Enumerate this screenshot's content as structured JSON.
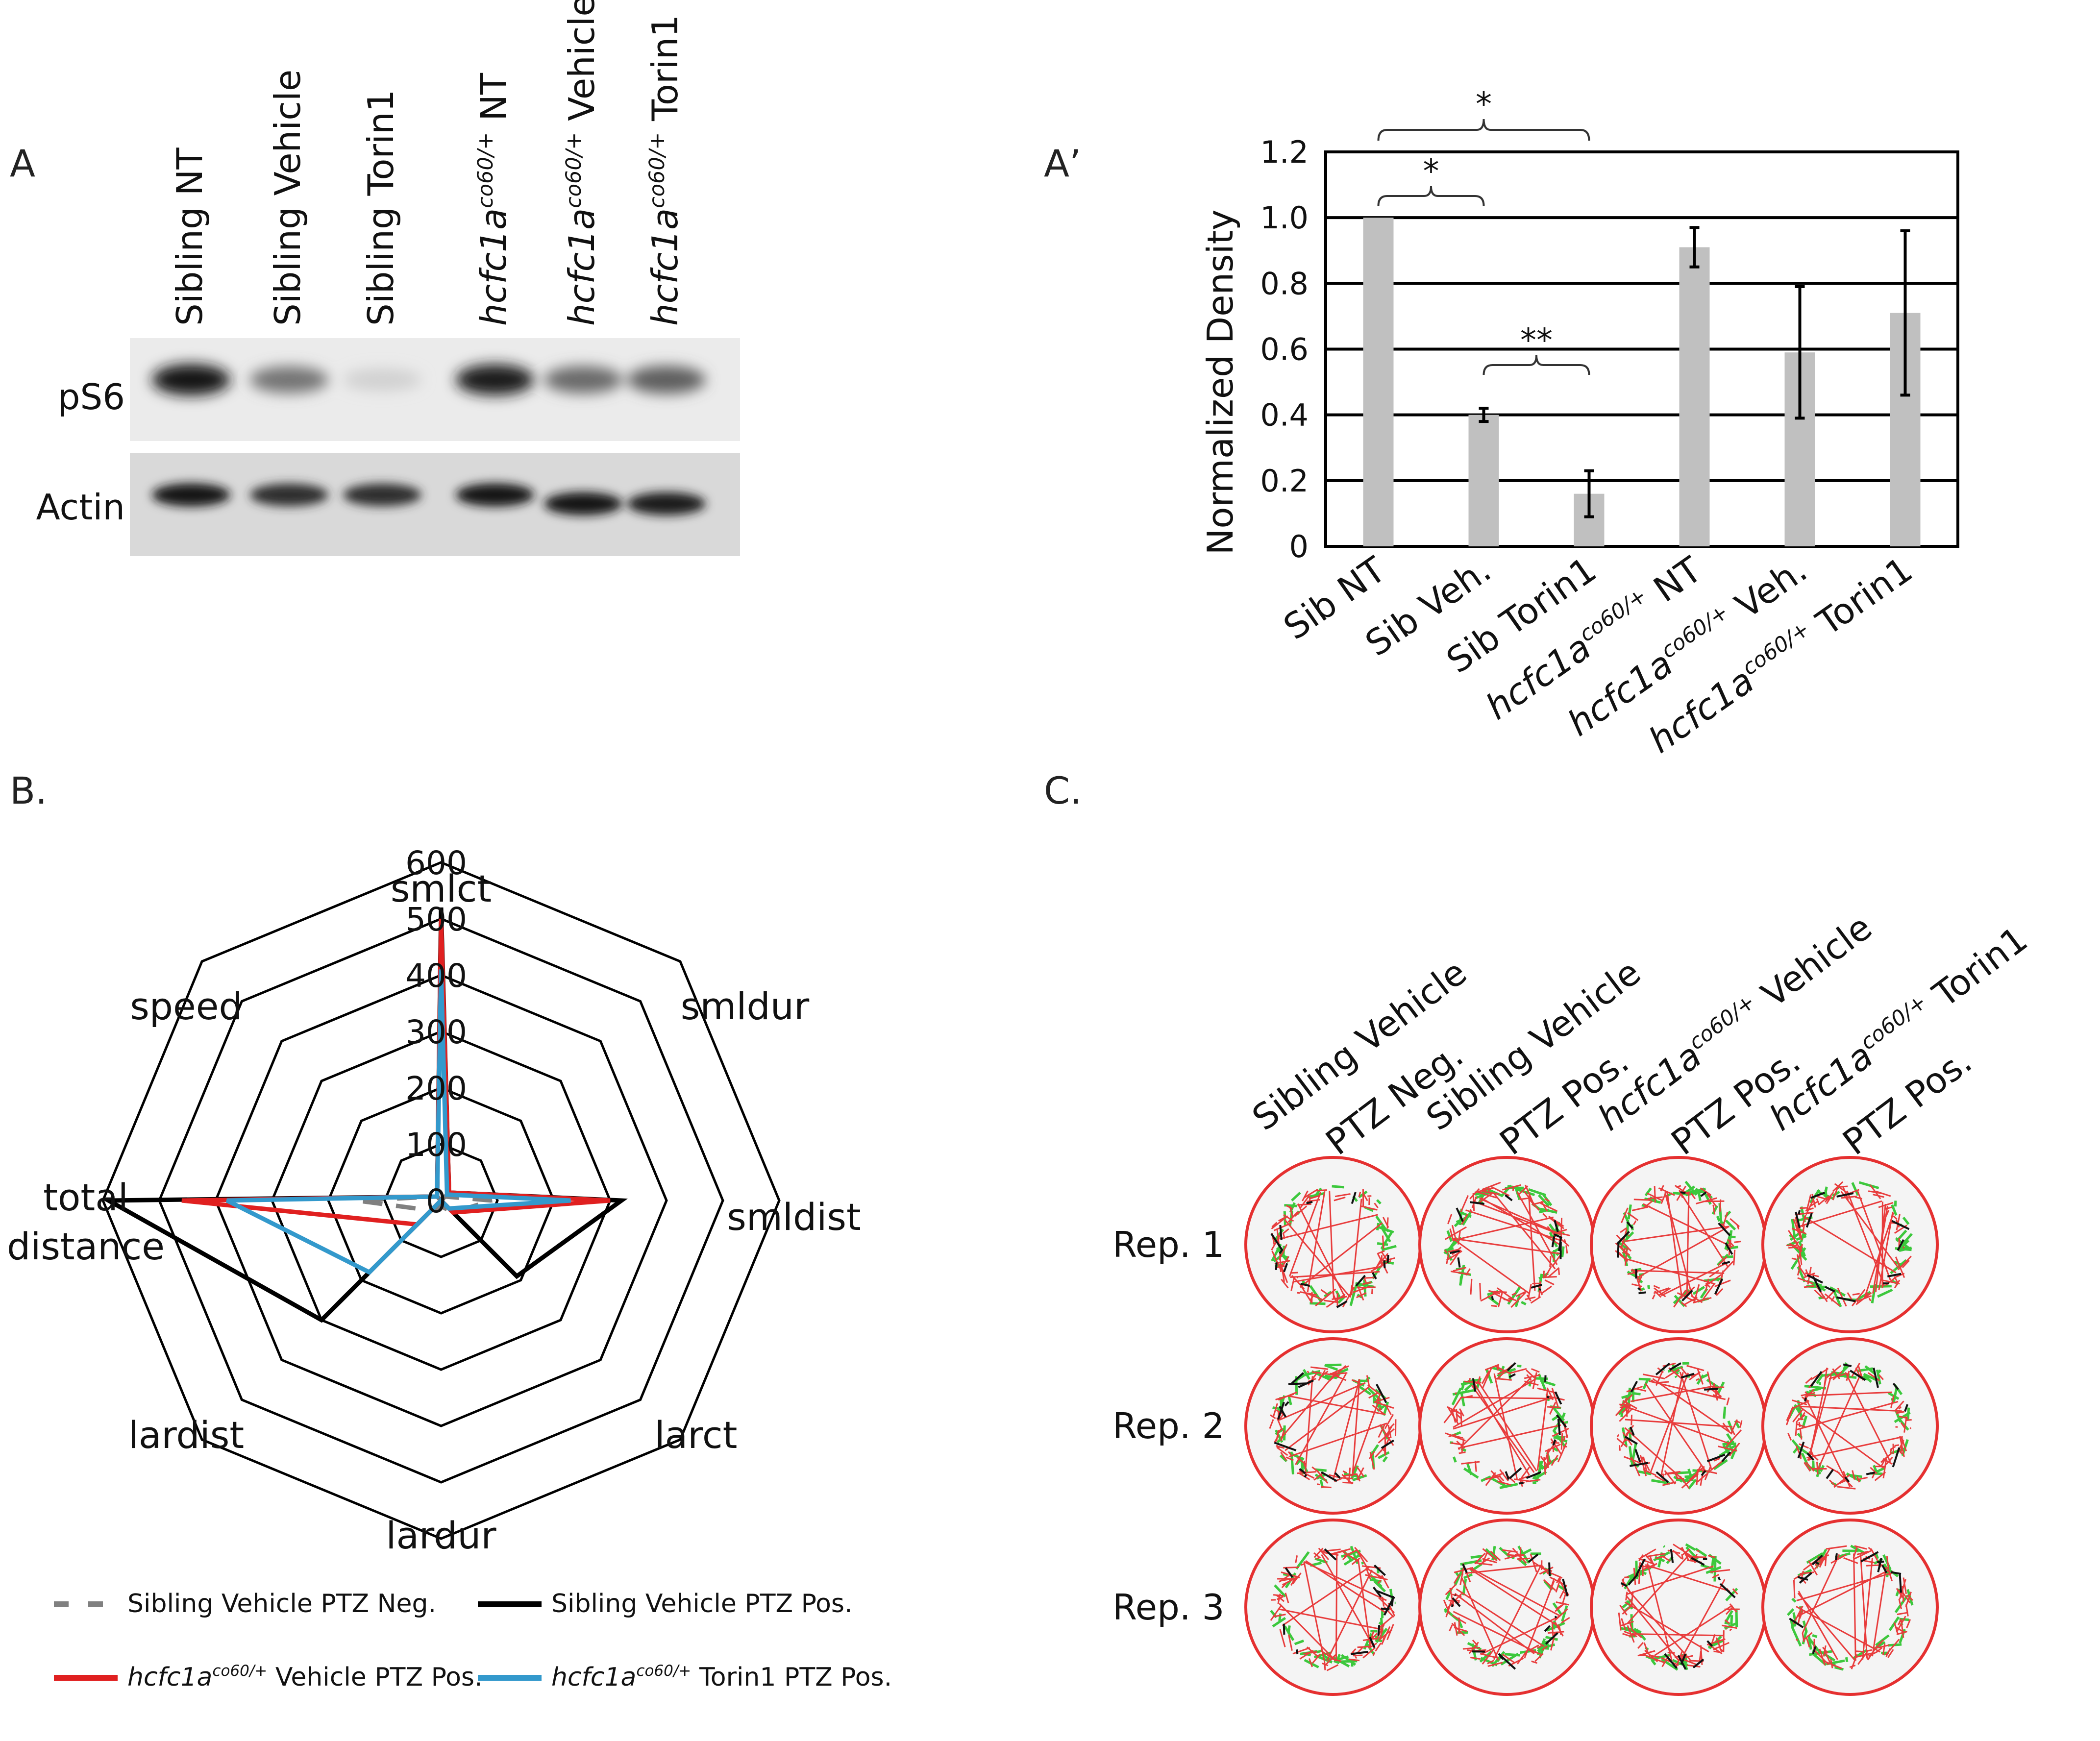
{
  "panels": {
    "A": "A",
    "Aprime": "A’",
    "B": "B.",
    "C": "C."
  },
  "blot": {
    "lanes": [
      {
        "pre": "Sibling NT",
        "gene": "",
        "sup": "",
        "post": ""
      },
      {
        "pre": "Sibling Vehicle",
        "gene": "",
        "sup": "",
        "post": ""
      },
      {
        "pre": "Sibling Torin1",
        "gene": "",
        "sup": "",
        "post": ""
      },
      {
        "pre": "",
        "gene": "hcfc1a",
        "sup": "co60/+",
        "post": " NT"
      },
      {
        "pre": "",
        "gene": "hcfc1a",
        "sup": "co60/+",
        "post": " Vehicle"
      },
      {
        "pre": "",
        "gene": "hcfc1a",
        "sup": "co60/+",
        "post": " Torin1"
      }
    ],
    "rows": [
      "pS6",
      "Actin"
    ],
    "ps6_intensity": [
      1.0,
      0.55,
      0.12,
      0.95,
      0.6,
      0.65
    ],
    "actin_intensity": [
      0.95,
      0.85,
      0.85,
      0.95,
      0.95,
      0.92
    ]
  },
  "chart_data": [
    {
      "type": "bar",
      "ylabel": "Normalized Density",
      "ylim": [
        0,
        1.2
      ],
      "yticks": [
        "0",
        "0.2",
        "0.4",
        "0.6",
        "0.8",
        "1.0",
        "1.2"
      ],
      "grid": true,
      "bar_color": "#c0c0c0",
      "categories": [
        {
          "pre": "Sib NT",
          "gene": "",
          "sup": "",
          "post": ""
        },
        {
          "pre": "Sib Veh.",
          "gene": "",
          "sup": "",
          "post": ""
        },
        {
          "pre": "Sib Torin1",
          "gene": "",
          "sup": "",
          "post": ""
        },
        {
          "pre": "",
          "gene": "hcfc1a",
          "sup": "co60/+",
          "post": " NT"
        },
        {
          "pre": "",
          "gene": "hcfc1a",
          "sup": "co60/+",
          "post": " Veh."
        },
        {
          "pre": "",
          "gene": "hcfc1a",
          "sup": "co60/+",
          "post": " Torin1"
        }
      ],
      "values": [
        1.0,
        0.4,
        0.16,
        0.91,
        0.59,
        0.71
      ],
      "errors": [
        0.0,
        0.02,
        0.07,
        0.06,
        0.2,
        0.25
      ],
      "significance": [
        {
          "from": 0,
          "to": 2,
          "label": "*"
        },
        {
          "from": 0,
          "to": 1,
          "label": "*"
        },
        {
          "from": 1,
          "to": 2,
          "label": "**"
        }
      ]
    },
    {
      "type": "radar",
      "axes": [
        "smlct",
        "smldur",
        "smldist",
        "larct",
        "lardur",
        "lardist",
        "total distance",
        "speed"
      ],
      "rmax": 600,
      "ticks": [
        0,
        100,
        200,
        300,
        400,
        500,
        600
      ],
      "series": [
        {
          "pre": "Sibling Vehicle PTZ Neg.",
          "gene": "",
          "sup": "",
          "post": "",
          "color": "#808080",
          "dash": true,
          "values": [
            0,
            10,
            90,
            30,
            10,
            25,
            150,
            10
          ]
        },
        {
          "pre": "Sibling Vehicle PTZ Pos.",
          "gene": "",
          "sup": "",
          "post": "",
          "color": "#000000",
          "dash": false,
          "values": [
            520,
            20,
            320,
            190,
            0,
            300,
            590,
            10
          ]
        },
        {
          "pre": "",
          "gene": "hcfc1a",
          "sup": "co60/+",
          "post": " Vehicle PTZ Pos.",
          "color": "#e02020",
          "dash": false,
          "values": [
            500,
            20,
            300,
            30,
            0,
            60,
            460,
            10
          ]
        },
        {
          "pre": "",
          "gene": "hcfc1a",
          "sup": "co60/+",
          "post": " Torin1 PTZ Pos.",
          "color": "#3399cc",
          "dash": false,
          "values": [
            410,
            15,
            230,
            20,
            0,
            180,
            380,
            10
          ]
        }
      ]
    }
  ],
  "tracking": {
    "columns": [
      {
        "pre": "Sibling Vehicle",
        "gene": "",
        "sup": "",
        "post": "",
        "line2": "PTZ Neg."
      },
      {
        "pre": "Sibling Vehicle",
        "gene": "",
        "sup": "",
        "post": "",
        "line2": "PTZ Pos."
      },
      {
        "pre": "",
        "gene": "hcfc1a",
        "sup": "co60/+",
        "post": " Vehicle",
        "line2": "PTZ Pos."
      },
      {
        "pre": "",
        "gene": "hcfc1a",
        "sup": "co60/+",
        "post": " Torin1",
        "line2": "PTZ Pos."
      }
    ],
    "reps": [
      "Rep. 1",
      "Rep. 2",
      "Rep. 3"
    ],
    "colors": {
      "ring": "#e53030",
      "well": "#f4f4f4",
      "red": "#e83c3c",
      "green": "#3cc83c",
      "black": "#111111"
    }
  }
}
